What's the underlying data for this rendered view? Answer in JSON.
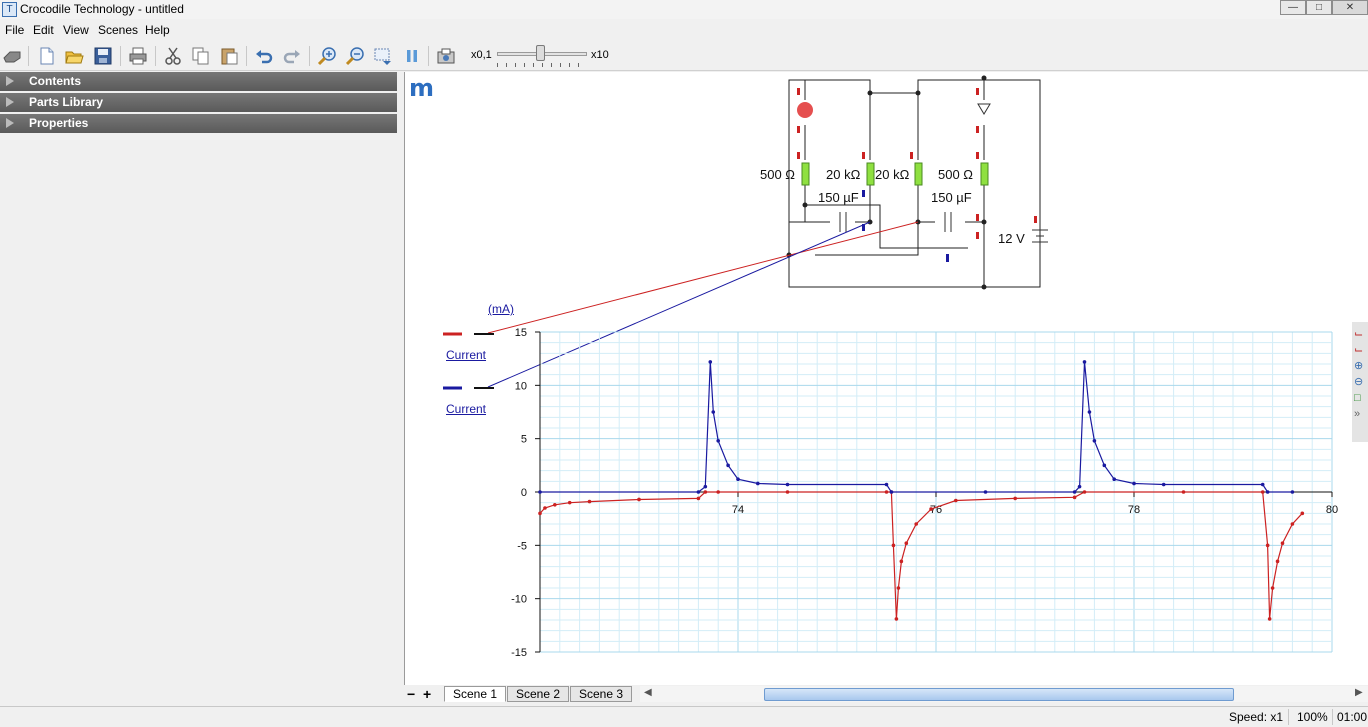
{
  "window": {
    "title": "Crocodile Technology - untitled",
    "app_icon_letter": "T",
    "controls": [
      "minimize",
      "maximize",
      "close"
    ]
  },
  "menu": [
    "File",
    "Edit",
    "View",
    "Scenes",
    "Help"
  ],
  "toolbar": {
    "buttons": [
      "hand-icon",
      "new-icon",
      "open-icon",
      "save-icon",
      "print-icon",
      "cut-icon",
      "copy-icon",
      "paste-icon",
      "undo-icon",
      "redo-icon",
      "zoom-in-icon",
      "zoom-out-icon",
      "zoom-fit-icon",
      "pause-icon",
      "snapshot-icon"
    ],
    "speed_min": "x0,1",
    "speed_max": "x10",
    "speed_position": 0.5
  },
  "sidebar": {
    "panels": [
      "Contents",
      "Parts Library",
      "Properties"
    ]
  },
  "circuit": {
    "logo": "m",
    "labels": {
      "r1": "500 Ω",
      "r2": "20 kΩ",
      "r3": "20 kΩ",
      "r4": "500 Ω",
      "c1": "150 µF",
      "c2": "150 µF",
      "battery": "12 V"
    }
  },
  "legend": {
    "unit": "(mA)",
    "entries": [
      {
        "label": "Current",
        "color": "#cc2222"
      },
      {
        "label": "Current",
        "color": "#1a1aa0"
      }
    ]
  },
  "chart_data": {
    "type": "line",
    "ylabel": "(mA)",
    "xlim": [
      72.0,
      80.0
    ],
    "ylim": [
      -15,
      15
    ],
    "xticks": [
      74,
      76,
      78,
      80
    ],
    "yticks": [
      15,
      10,
      5,
      0,
      -5,
      -10,
      -15
    ],
    "grid": true,
    "series": [
      {
        "name": "Current",
        "color": "#cc2222",
        "x": [
          72.0,
          72.05,
          72.15,
          72.3,
          72.5,
          73.0,
          73.6,
          73.67,
          73.8,
          74.5,
          75.5,
          75.55,
          75.57,
          75.6,
          75.62,
          75.65,
          75.7,
          75.8,
          75.95,
          76.2,
          76.8,
          77.4,
          77.5,
          78.5,
          79.3,
          79.35,
          79.37,
          79.4,
          79.45,
          79.5,
          79.6,
          79.7
        ],
        "values": [
          -2.0,
          -1.5,
          -1.2,
          -1.0,
          -0.9,
          -0.7,
          -0.6,
          0.0,
          0.0,
          0.0,
          0.0,
          0.0,
          -5.0,
          -11.9,
          -9.0,
          -6.5,
          -4.8,
          -3.0,
          -1.6,
          -0.8,
          -0.6,
          -0.5,
          0.0,
          0.0,
          0.0,
          -5.0,
          -11.9,
          -9.0,
          -6.5,
          -4.8,
          -3.0,
          -2.0
        ]
      },
      {
        "name": "Current",
        "color": "#1a1aa0",
        "x": [
          72.0,
          73.6,
          73.67,
          73.72,
          73.75,
          73.8,
          73.9,
          74.0,
          74.2,
          74.5,
          75.5,
          75.55,
          76.5,
          77.4,
          77.45,
          77.5,
          77.55,
          77.6,
          77.7,
          77.8,
          78.0,
          78.3,
          79.3,
          79.35,
          79.6
        ],
        "values": [
          0.0,
          0.0,
          0.5,
          12.2,
          7.5,
          4.8,
          2.5,
          1.2,
          0.8,
          0.7,
          0.7,
          0.0,
          0.0,
          0.0,
          0.5,
          12.2,
          7.5,
          4.8,
          2.5,
          1.2,
          0.8,
          0.7,
          0.7,
          0.0,
          0.0
        ]
      }
    ]
  },
  "scenes": {
    "minus": "−",
    "plus": "+",
    "tabs": [
      "Scene 1",
      "Scene 2",
      "Scene 3"
    ],
    "active": 0
  },
  "status": {
    "speed": "Speed: x1",
    "zoom": "100%",
    "time": "01:00:"
  }
}
